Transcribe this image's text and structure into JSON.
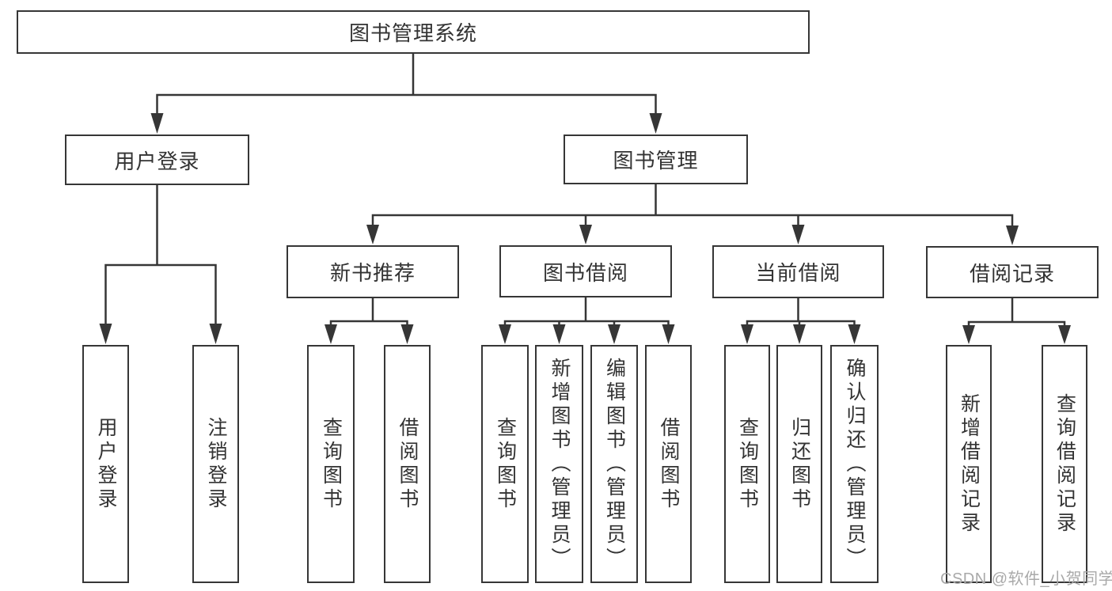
{
  "colors": {
    "line": "#363636",
    "border": "#363636",
    "text": "#333333",
    "watermark": "#a9a9a9",
    "background": "#ffffff"
  },
  "tree": {
    "root": {
      "label": "图书管理系统"
    },
    "branches": [
      {
        "label": "用户登录",
        "children": [
          {
            "label": "用户登录"
          },
          {
            "label": "注销登录"
          }
        ]
      },
      {
        "label": "图书管理",
        "children": [
          {
            "label": "新书推荐",
            "children": [
              {
                "label": "查询图书"
              },
              {
                "label": "借阅图书"
              }
            ]
          },
          {
            "label": "图书借阅",
            "children": [
              {
                "label": "查询图书"
              },
              {
                "label": "新增图书（管理员）"
              },
              {
                "label": "编辑图书（管理员）"
              },
              {
                "label": "借阅图书"
              }
            ]
          },
          {
            "label": "当前借阅",
            "children": [
              {
                "label": "查询图书"
              },
              {
                "label": "归还图书"
              },
              {
                "label": "确认归还（管理员）"
              }
            ]
          },
          {
            "label": "借阅记录",
            "children": [
              {
                "label": "新增借阅记录"
              },
              {
                "label": "查询借阅记录"
              }
            ]
          }
        ]
      }
    ]
  },
  "watermark": {
    "text": "CSDN @软件_小贺同学"
  }
}
